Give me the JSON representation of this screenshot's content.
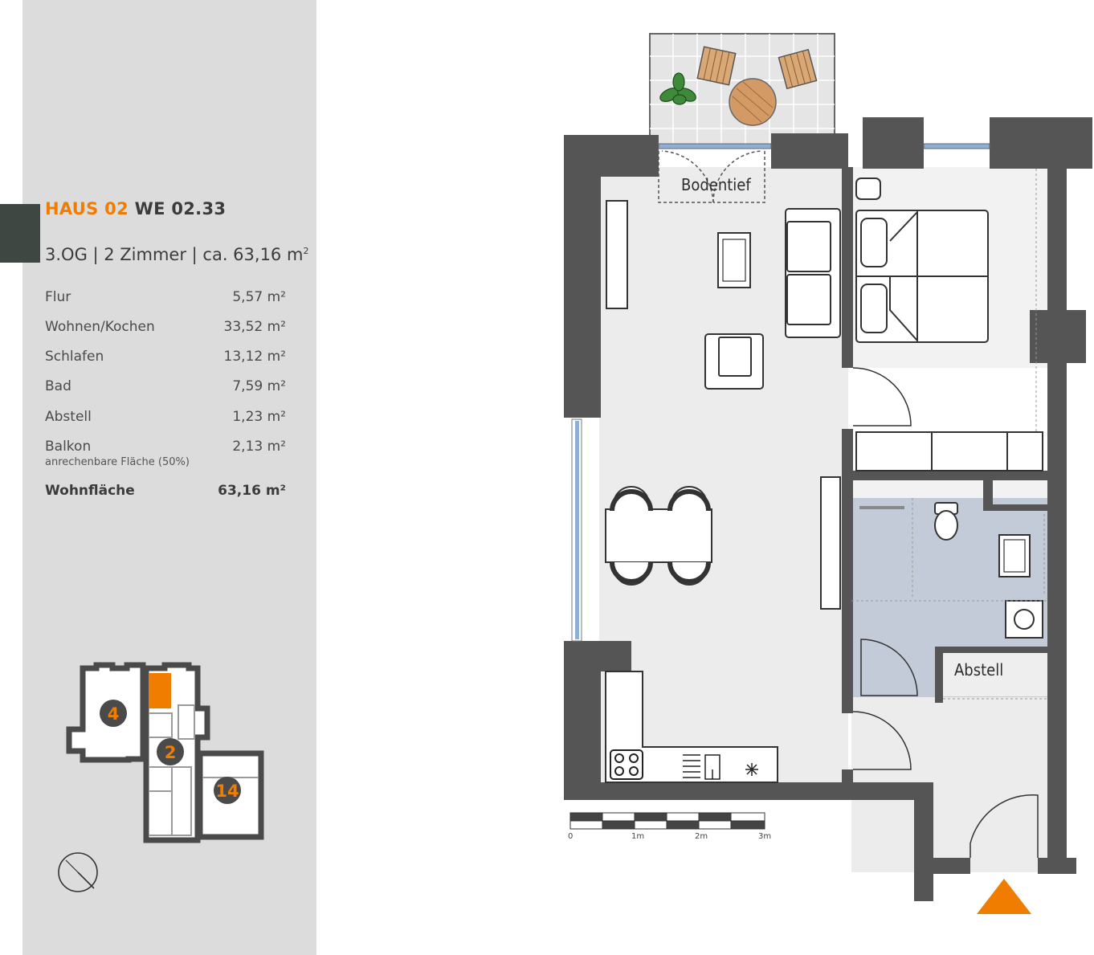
{
  "header": {
    "house": "HAUS 02",
    "unit": "WE 02.33",
    "summary": "3.OG | 2 Zimmer | ca. 63,16 m",
    "summary_sup": "2"
  },
  "rooms": [
    {
      "label": "Flur",
      "area": "5,57 m²"
    },
    {
      "label": "Wohnen/Kochen",
      "area": "33,52 m²"
    },
    {
      "label": "Schlafen",
      "area": "13,12 m²"
    },
    {
      "label": "Bad",
      "area": "7,59 m²"
    },
    {
      "label": "Abstell",
      "area": "1,23 m²"
    },
    {
      "label": "Balkon",
      "area": "2,13 m²",
      "note": "anrechenbare Fläche (50%)"
    }
  ],
  "total": {
    "label": "Wohnfläche",
    "area": "63,16 m²"
  },
  "plan": {
    "label_balcony_door": "Bodentief",
    "label_storage": "Abstell",
    "scale_labels": [
      "0",
      "1m",
      "2m",
      "3m"
    ]
  },
  "site_plan": {
    "building_numbers": [
      "4",
      "2",
      "14"
    ],
    "highlight_color": "#f07d00"
  },
  "colors": {
    "accent": "#f07d00",
    "wall": "#555555",
    "bath": "#c3cad8",
    "panel": "#dcdcdc"
  }
}
